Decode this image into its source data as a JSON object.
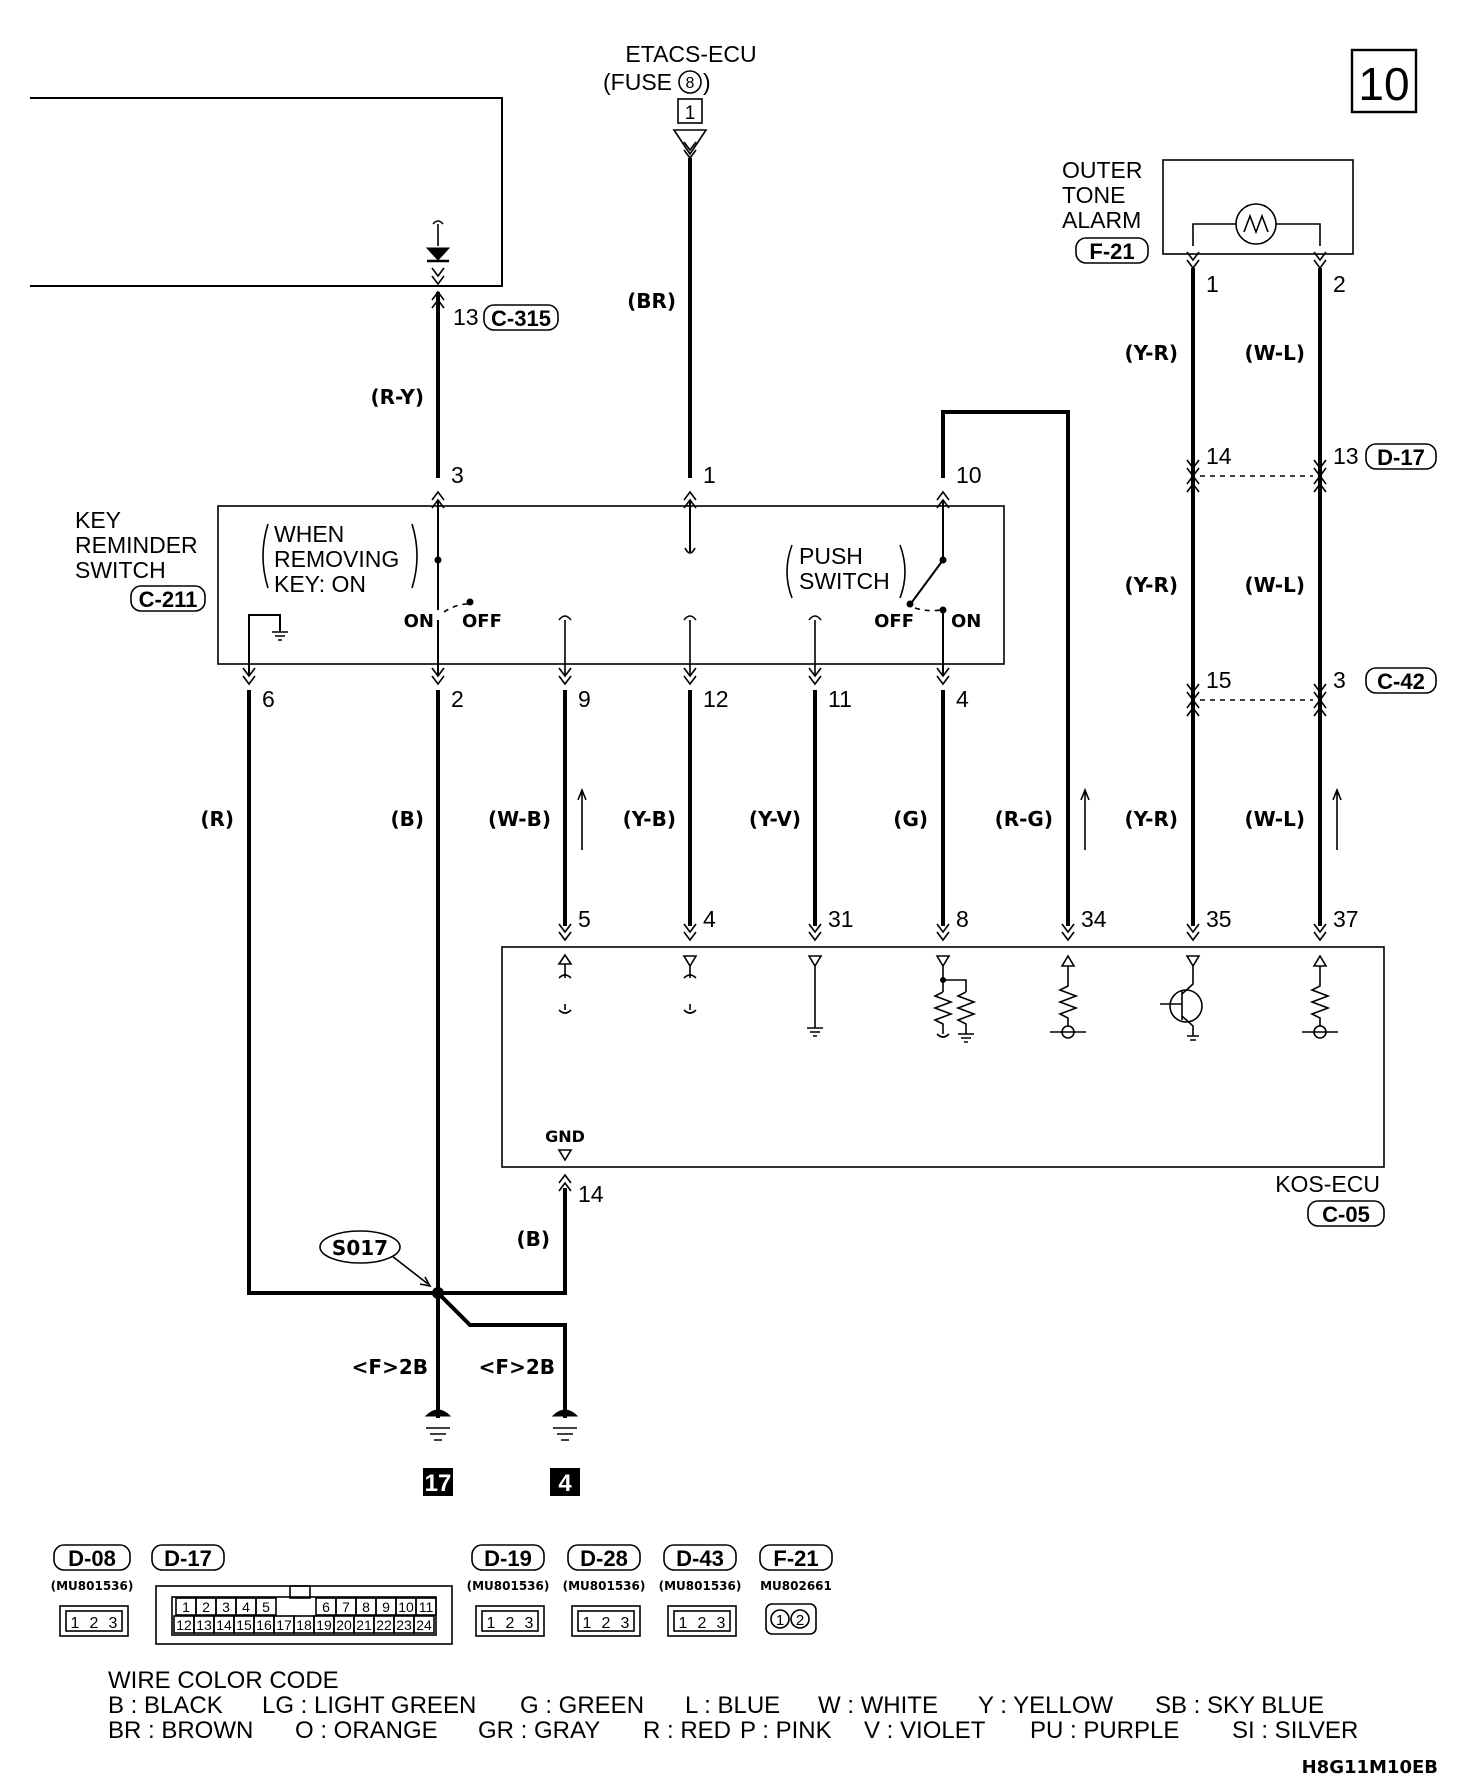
{
  "page_number": "10",
  "top_source": {
    "name": "ETACS-ECU",
    "fuse": "(FUSE",
    "fuse_no": "8",
    "fuse_close": ")",
    "connector_pin": "1"
  },
  "outer_tone_alarm": {
    "line1": "OUTER",
    "line2": "TONE",
    "line3": "ALARM",
    "connector": "F-21",
    "pins": [
      "1",
      "2"
    ]
  },
  "key_reminder_switch": {
    "line1": "KEY",
    "line2": "REMINDER",
    "line3": "SWITCH",
    "connector": "C-211",
    "note_line1": "WHEN",
    "note_line2": "REMOVING",
    "note_line3": "KEY: ON",
    "push_line1": "PUSH",
    "push_line2": "SWITCH",
    "on_label": "ON",
    "off_label": "OFF",
    "top_pins": [
      "3",
      "1",
      "10"
    ],
    "bottom_pins": [
      "6",
      "2",
      "9",
      "12",
      "11",
      "4"
    ]
  },
  "connectors": {
    "c315_pin": "13",
    "c315": "C-315",
    "d17_pin": "13",
    "d17": "D-17",
    "d17_mid_pin": "14",
    "c42_pin": "3",
    "c42": "C-42",
    "c42_mid_pin": "15"
  },
  "wire_colors": {
    "br": "(BR)",
    "ry": "(R-Y)",
    "yr": "(Y-R)",
    "wl": "(W-L)",
    "r": "(R)",
    "b": "(B)",
    "wb": "(W-B)",
    "yb": "(Y-B)",
    "yv": "(Y-V)",
    "g": "(G)",
    "rg": "(R-G)"
  },
  "kos_ecu": {
    "name": "KOS-ECU",
    "connector": "C-05",
    "pins": [
      "5",
      "4",
      "31",
      "8",
      "34",
      "35",
      "37"
    ],
    "gnd_label": "GND",
    "gnd_pin": "14"
  },
  "ground": {
    "splice": "S017",
    "ref_left": "<F>2B",
    "ref_right": "<F>2B",
    "ground_left": "17",
    "ground_right": "4"
  },
  "connector_views": {
    "d08": {
      "label": "D-08",
      "part": "(MU801536)",
      "pins": [
        "1",
        "2",
        "3"
      ]
    },
    "d17": {
      "label": "D-17",
      "row1": [
        "1",
        "2",
        "3",
        "4",
        "5",
        "6",
        "7",
        "8",
        "9",
        "10",
        "11"
      ],
      "row2": [
        "12",
        "13",
        "14",
        "15",
        "16",
        "17",
        "18",
        "19",
        "20",
        "21",
        "22",
        "23",
        "24"
      ]
    },
    "d19": {
      "label": "D-19",
      "part": "(MU801536)",
      "pins": [
        "1",
        "2",
        "3"
      ]
    },
    "d28": {
      "label": "D-28",
      "part": "(MU801536)",
      "pins": [
        "1",
        "2",
        "3"
      ]
    },
    "d43": {
      "label": "D-43",
      "part": "(MU801536)",
      "pins": [
        "1",
        "2",
        "3"
      ]
    },
    "f21": {
      "label": "F-21",
      "part": "MU802661",
      "pins": [
        "1",
        "2"
      ]
    }
  },
  "legend": {
    "title": "WIRE COLOR CODE",
    "row1": [
      "B : BLACK",
      "LG : LIGHT GREEN",
      "G : GREEN",
      "L : BLUE",
      "W : WHITE",
      "Y : YELLOW",
      "SB : SKY BLUE"
    ],
    "row2": [
      "BR : BROWN",
      "O : ORANGE",
      "GR : GRAY",
      "R : RED",
      "P : PINK",
      "V : VIOLET",
      "PU : PURPLE",
      "SI : SILVER"
    ]
  },
  "footer_code": "H8G11M10EB"
}
